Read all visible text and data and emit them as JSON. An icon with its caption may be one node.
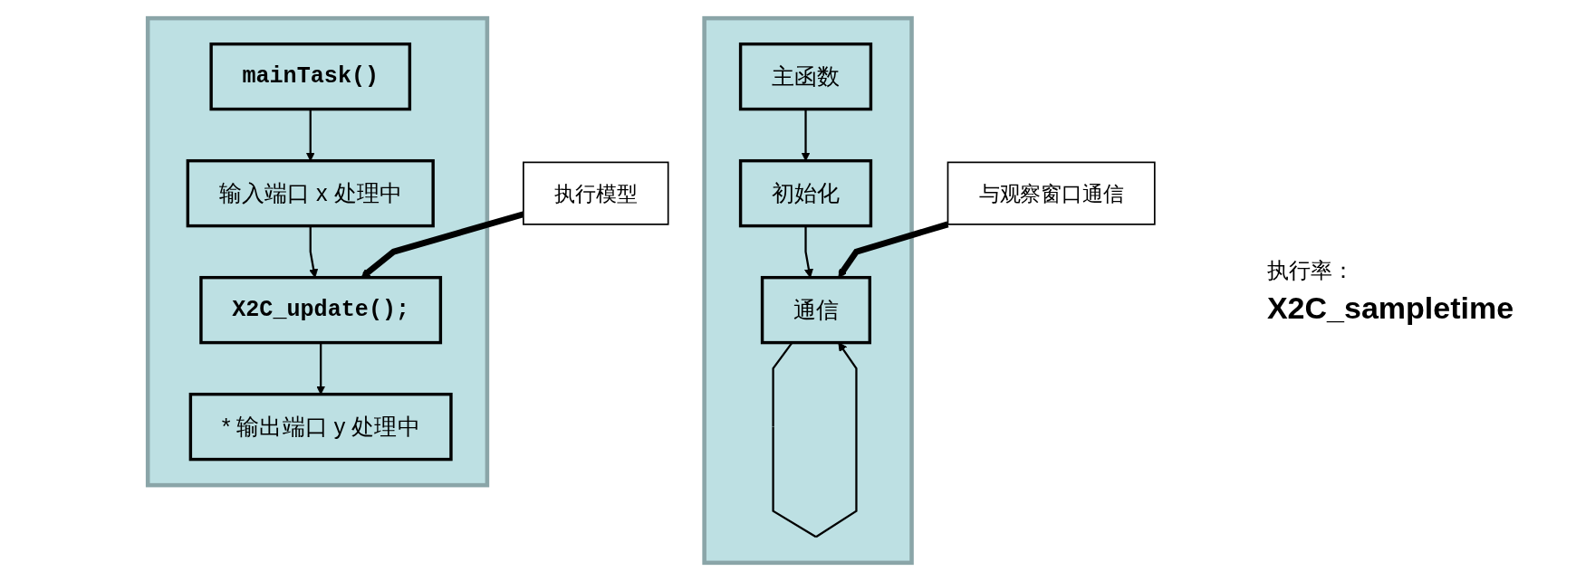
{
  "diagram": {
    "nodes": [
      {
        "text": [],
        "shape": "box"
      },
      {
        "text": [
          "主函数"
        ],
        "in": 0
      },
      {
        "text": [
          "初始化"
        ],
        "in": 0
      },
      {
        "text": [
          "通信"
        ],
        "in": 0
      },
      {
        "text": [
          "与观察窗口通信"
        ]
      },
      {
        "text": [],
        "shape": "box",
        "beside": [
          "执行率：",
          "X2C_sampletime"
        ]
      },
      {
        "text": [
          "mainTask()"
        ],
        "in": 5
      },
      {
        "text": [
          "输入端口 x 处理中"
        ],
        "in": 5
      },
      {
        "text": [
          "X2C_update();"
        ],
        "in": 5
      },
      {
        "text": [
          "* 输出端口 y 处理中"
        ],
        "in": 5
      },
      {
        "text": [
          "执行模型"
        ]
      }
    ],
    "edges": [
      {
        "from": 1,
        "to": 2,
        "arrow": "to"
      },
      {
        "from": 2,
        "to": 3,
        "arrow": "to"
      },
      {
        "from": 3,
        "to": 3,
        "arrow": "to"
      },
      {
        "from": 4,
        "to": 3,
        "arrow": "to",
        "style": "thick"
      },
      {
        "from": 6,
        "to": 7,
        "arrow": "to"
      },
      {
        "from": 7,
        "to": 8,
        "arrow": "to"
      },
      {
        "from": 8,
        "to": 9,
        "arrow": "to"
      },
      {
        "from": 10,
        "to": 8,
        "arrow": "to",
        "style": "thick"
      }
    ]
  }
}
